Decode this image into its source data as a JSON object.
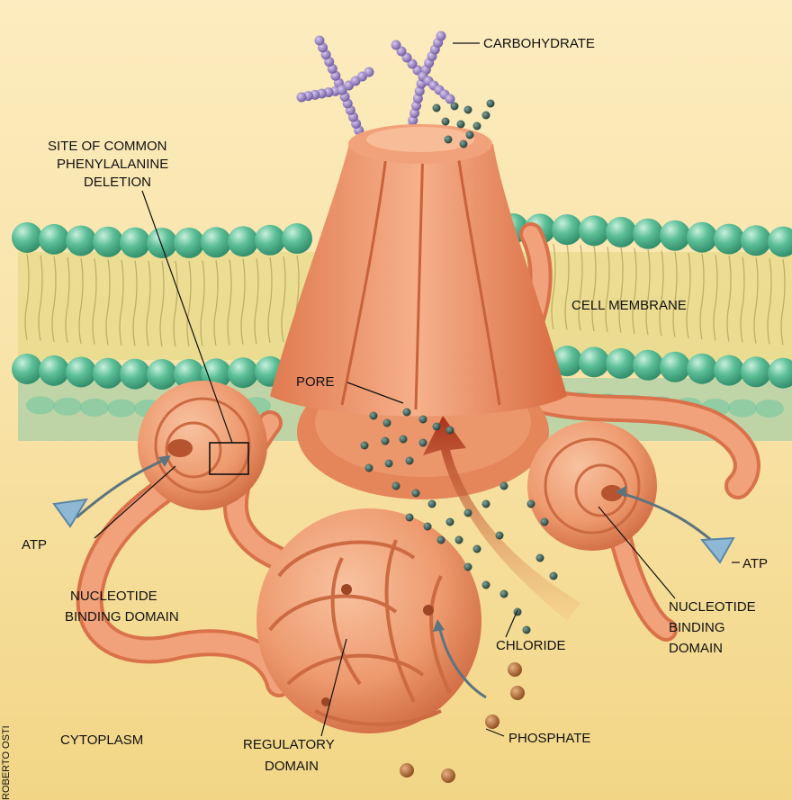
{
  "labels": {
    "carbohydrate": "CARBOHYDRATE",
    "site_line1": "SITE OF COMMON",
    "site_line2": "PHENYLALANINE",
    "site_line3": "DELETION",
    "cell_membrane": "CELL MEMBRANE",
    "pore": "PORE",
    "atp_left": "ATP",
    "atp_right": "ATP",
    "nbd_left_line1": "NUCLEOTIDE",
    "nbd_left_line2": "BINDING DOMAIN",
    "nbd_right_line1": "NUCLEOTIDE",
    "nbd_right_line2": "BINDING",
    "nbd_right_line3": "DOMAIN",
    "chloride": "CHLORIDE",
    "phosphate": "PHOSPHATE",
    "cytoplasm": "CYTOPLASM",
    "regulatory_line1": "REGULATORY",
    "regulatory_line2": "DOMAIN",
    "credit": "ROBERTO OSTI"
  },
  "colors": {
    "background_top": "#fbe9b8",
    "background_bottom": "#f3d889",
    "lipid_head": "#5cbf98",
    "lipid_tail_band": "#d9d27a",
    "protein": "#ef9c72",
    "protein_shade": "#d9724a",
    "carbohydrate": "#9a86c2",
    "chloride": "#2f4a44",
    "phosphate": "#b06a2e",
    "atp": "#8fb8d4",
    "arrow_red": "#b23a1e"
  }
}
